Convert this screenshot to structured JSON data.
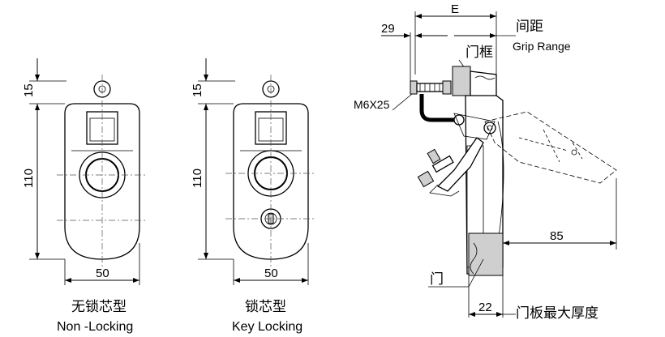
{
  "left_view": {
    "dim_top": "15",
    "dim_height": "110",
    "dim_width": "50",
    "caption_cn": "无锁芯型",
    "caption_en": "Non -Locking"
  },
  "middle_view": {
    "dim_top": "15",
    "dim_height": "110",
    "dim_width": "50",
    "caption_cn": "锁芯型",
    "caption_en": "Key Locking"
  },
  "side_view": {
    "dim_e": "E",
    "dim_29": "29",
    "label_spacing_cn": "间距",
    "label_grip_range": "Grip Range",
    "label_frame_cn": "门框",
    "label_bolt": "M6X25",
    "dim_85": "85",
    "label_door_cn": "门",
    "dim_22": "22",
    "label_max_thickness_cn": "门板最大厚度"
  }
}
